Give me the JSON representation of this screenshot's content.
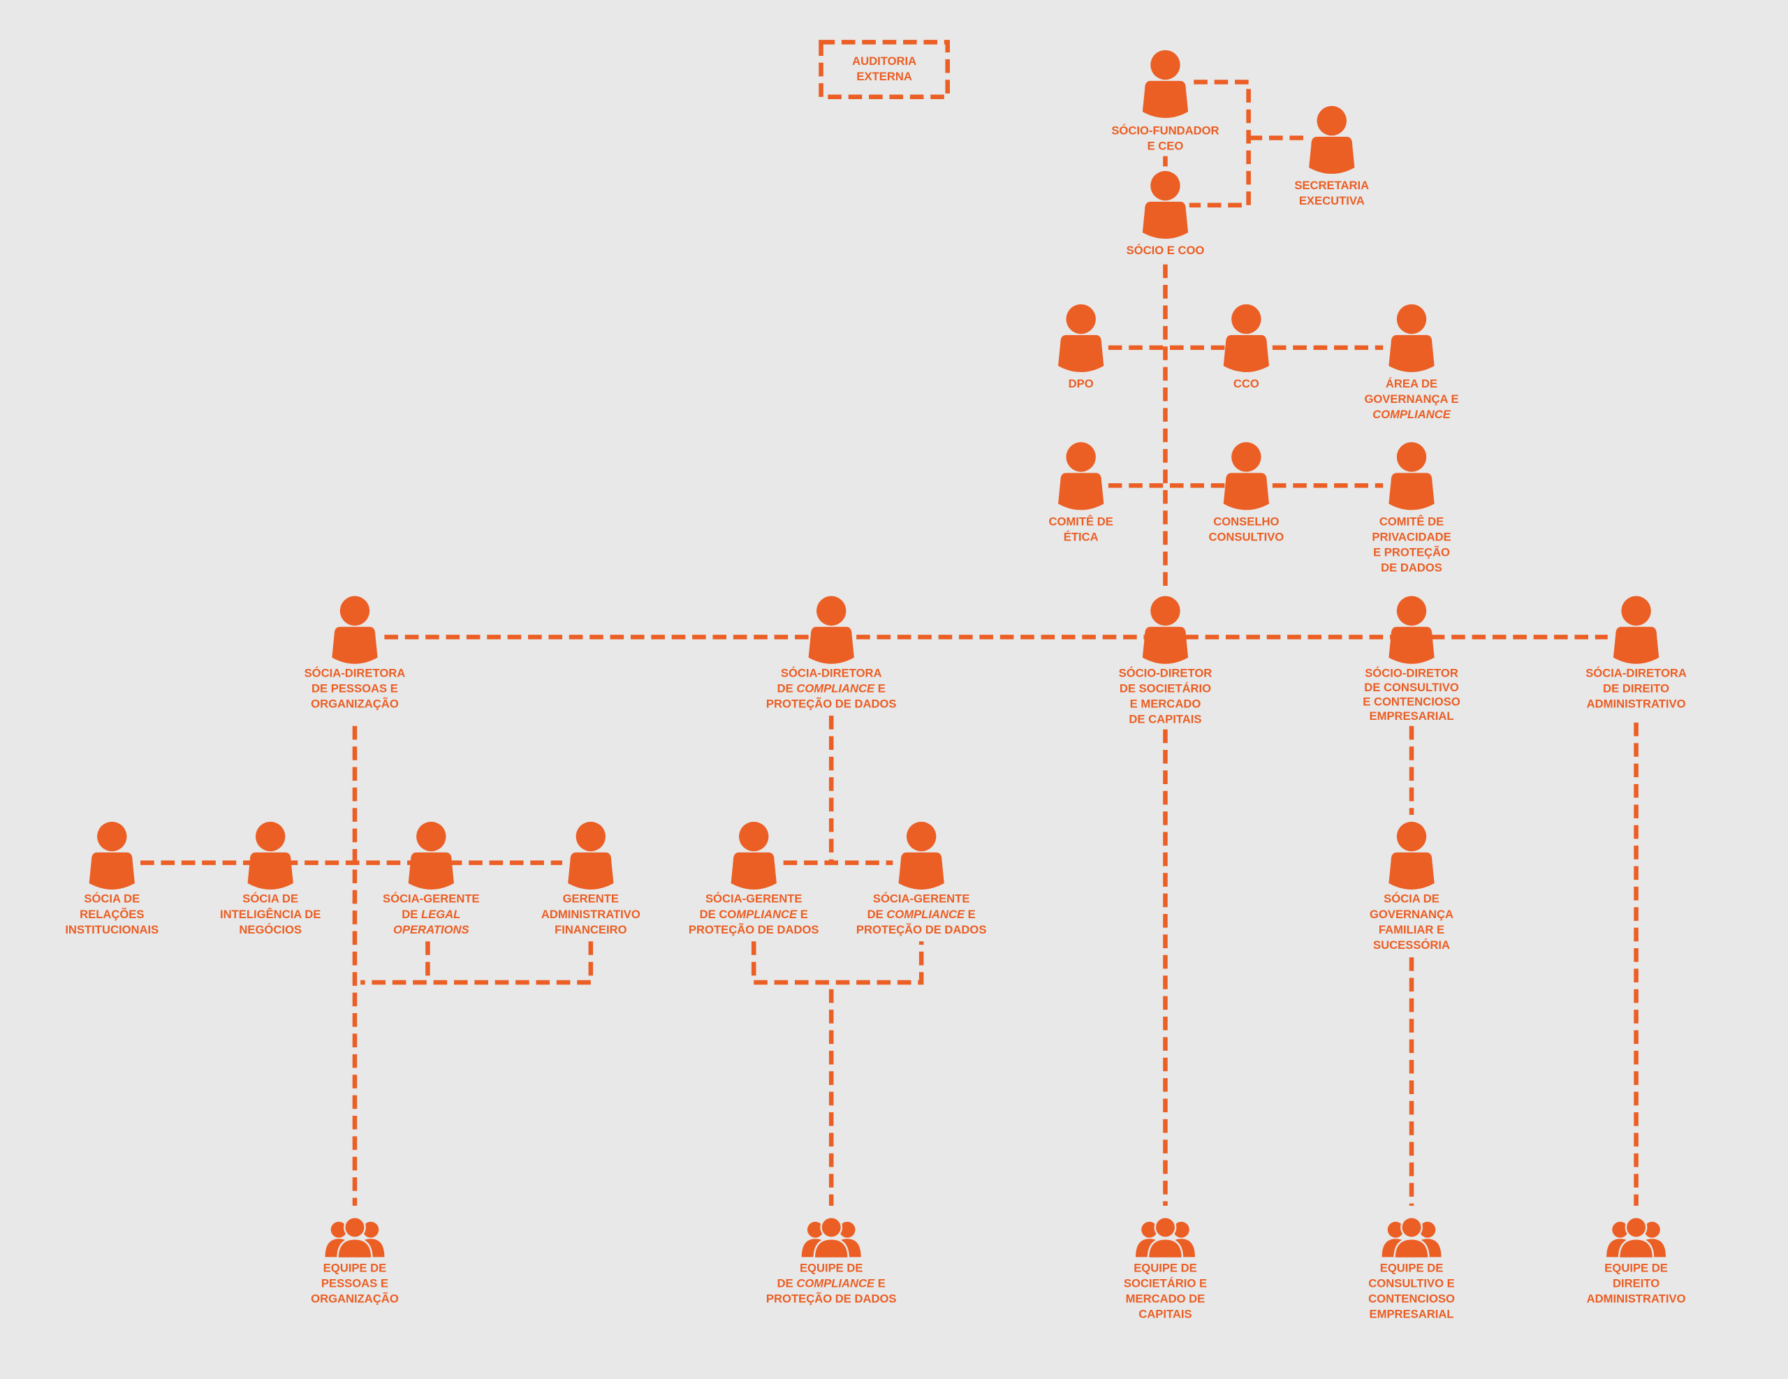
{
  "colors": {
    "accent": "#eb5e24",
    "background": "#e8e8e8"
  },
  "audit_box": {
    "lines": [
      "AUDITORIA",
      "EXTERNA"
    ]
  },
  "nodes": [
    {
      "id": "ceo",
      "icon": "person-icon",
      "lines": [
        "SÓCIO-FUNDADOR",
        "E CEO"
      ]
    },
    {
      "id": "coo",
      "icon": "person-icon",
      "lines": [
        "SÓCIO E COO"
      ]
    },
    {
      "id": "secretaria",
      "icon": "person-icon",
      "lines": [
        "SECRETARIA",
        "EXECUTIVA"
      ]
    },
    {
      "id": "dpo",
      "icon": "person-icon",
      "lines": [
        "DPO"
      ]
    },
    {
      "id": "cco",
      "icon": "person-icon",
      "lines": [
        "CCO"
      ]
    },
    {
      "id": "area-governanca",
      "icon": "person-icon",
      "lines": [
        "ÁREA DE",
        "GOVERNANÇA E",
        [
          {
            "text": "COMPLIANCE",
            "italic": true
          }
        ]
      ]
    },
    {
      "id": "comite-etica",
      "icon": "person-icon",
      "lines": [
        "COMITÊ DE",
        "ÉTICA"
      ]
    },
    {
      "id": "conselho-consultivo",
      "icon": "person-icon",
      "lines": [
        "CONSELHO",
        "CONSULTIVO"
      ]
    },
    {
      "id": "comite-privacidade",
      "icon": "person-icon",
      "lines": [
        "COMITÊ DE",
        "PRIVACIDADE",
        "E PROTEÇÃO",
        "DE DADOS"
      ]
    },
    {
      "id": "diretora-pessoas",
      "icon": "person-icon",
      "lines": [
        "SÓCIA-DIRETORA",
        "DE PESSOAS E",
        "ORGANIZAÇÃO"
      ]
    },
    {
      "id": "diretora-compliance",
      "icon": "person-icon",
      "lines": [
        "SÓCIA-DIRETORA",
        [
          {
            "text": "DE "
          },
          {
            "text": "COMPLIANCE",
            "italic": true
          },
          {
            "text": " E"
          }
        ],
        "PROTEÇÃO DE DADOS"
      ]
    },
    {
      "id": "diretor-societario",
      "icon": "person-icon",
      "lines": [
        "SÓCIO-DIRETOR",
        "DE SOCIETÁRIO",
        "E  MERCADO",
        "DE CAPITAIS"
      ]
    },
    {
      "id": "diretor-consultivo",
      "icon": "person-icon",
      "lines": [
        "SÓCIO-DIRETOR",
        "DE CONSULTIVO",
        "E CONTENCIOSO",
        "EMPRESARIAL"
      ]
    },
    {
      "id": "diretora-administrativo",
      "icon": "person-icon",
      "lines": [
        "SÓCIA-DIRETORA",
        "DE DIREITO",
        "ADMINISTRATIVO"
      ]
    },
    {
      "id": "socia-relacoes",
      "icon": "person-icon",
      "lines": [
        "SÓCIA DE",
        "RELAÇÕES",
        "INSTITUCIONAIS"
      ]
    },
    {
      "id": "socia-inteligencia",
      "icon": "person-icon",
      "lines": [
        "SÓCIA DE",
        "INTELIGÊNCIA DE",
        "NEGÓCIOS"
      ]
    },
    {
      "id": "gerente-legal-ops",
      "icon": "person-icon",
      "lines": [
        "SÓCIA-GERENTE",
        [
          {
            "text": "DE "
          },
          {
            "text": "LEGAL",
            "italic": true
          }
        ],
        [
          {
            "text": "OPERATIONS",
            "italic": true
          }
        ]
      ]
    },
    {
      "id": "gerente-adm-fin",
      "icon": "person-icon",
      "lines": [
        "GERENTE",
        "ADMINISTRATIVO",
        "FINANCEIRO"
      ]
    },
    {
      "id": "gerente-compliance-1",
      "icon": "person-icon",
      "lines": [
        "SÓCIA-GERENTE",
        [
          {
            "text": "DE CO"
          },
          {
            "text": "MPLIANCE",
            "italic": true
          },
          {
            "text": " E"
          }
        ],
        "PROTEÇÃO DE DADOS"
      ]
    },
    {
      "id": "gerente-compliance-2",
      "icon": "person-icon",
      "lines": [
        "SÓCIA-GERENTE",
        [
          {
            "text": "DE "
          },
          {
            "text": "COMPLIANCE",
            "italic": true
          },
          {
            "text": " E"
          }
        ],
        "PROTEÇÃO DE DADOS"
      ]
    },
    {
      "id": "socia-governanca-familiar",
      "icon": "person-icon",
      "lines": [
        "SÓCIA DE",
        "GOVERNANÇA",
        "FAMILIAR E",
        "SUCESSÓRIA"
      ]
    },
    {
      "id": "equipe-pessoas",
      "icon": "team-icon",
      "lines": [
        "EQUIPE DE",
        "PESSOAS E",
        "ORGANIZAÇÃO"
      ]
    },
    {
      "id": "equipe-compliance",
      "icon": "team-icon",
      "lines": [
        "EQUIPE DE",
        [
          {
            "text": "DE "
          },
          {
            "text": "COMPLIANCE",
            "italic": true
          },
          {
            "text": " E"
          }
        ],
        "PROTEÇÃO DE DADOS"
      ]
    },
    {
      "id": "equipe-societario",
      "icon": "team-icon",
      "lines": [
        "EQUIPE DE",
        "SOCIETÁRIO E",
        "MERCADO DE",
        "CAPITAIS"
      ]
    },
    {
      "id": "equipe-consultivo",
      "icon": "team-icon",
      "lines": [
        "EQUIPE DE",
        "CONSULTIVO E",
        "CONTENCIOSO",
        "EMPRESARIAL"
      ]
    },
    {
      "id": "equipe-administrativo",
      "icon": "team-icon",
      "lines": [
        "EQUIPE DE",
        "DIREITO",
        "ADMINISTRATIVO"
      ]
    }
  ]
}
